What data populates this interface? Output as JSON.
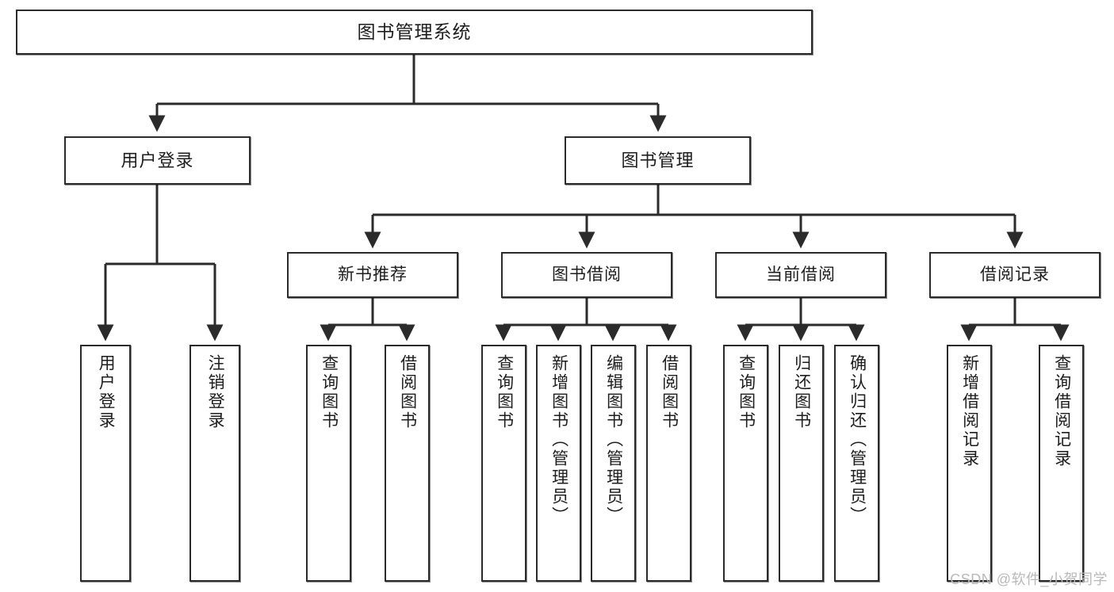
{
  "diagram": {
    "title": "图书管理系统",
    "type": "tree-hierarchy-chart",
    "stroke_color": "#2b2b2b",
    "fill_color": "#ffffff",
    "text_color": "#1d1d1d",
    "nodes": {
      "root": {
        "label": "图书管理系统"
      },
      "level1": [
        {
          "id": "user-login",
          "label": "用户登录"
        },
        {
          "id": "book-management",
          "label": "图书管理"
        }
      ],
      "level2": [
        {
          "id": "new-book-recommend",
          "label": "新书推荐"
        },
        {
          "id": "book-borrow",
          "label": "图书借阅"
        },
        {
          "id": "current-borrow",
          "label": "当前借阅"
        },
        {
          "id": "borrow-record",
          "label": "借阅记录"
        }
      ],
      "leaves": {
        "user_login": [
          {
            "id": "leaf-user-login",
            "label": "用户登录"
          },
          {
            "id": "leaf-logout",
            "label": "注销登录"
          }
        ],
        "new_book_recommend": [
          {
            "id": "leaf-query-book-1",
            "label": "查询图书"
          },
          {
            "id": "leaf-borrow-book-1",
            "label": "借阅图书"
          }
        ],
        "book_borrow": [
          {
            "id": "leaf-query-book-2",
            "label": "查询图书"
          },
          {
            "id": "leaf-add-book",
            "label": "新增图书（管理员）"
          },
          {
            "id": "leaf-edit-book",
            "label": "编辑图书（管理员）"
          },
          {
            "id": "leaf-borrow-book-2",
            "label": "借阅图书"
          }
        ],
        "current_borrow": [
          {
            "id": "leaf-query-book-3",
            "label": "查询图书"
          },
          {
            "id": "leaf-return-book",
            "label": "归还图书"
          },
          {
            "id": "leaf-confirm-return",
            "label": "确认归还（管理员）"
          }
        ],
        "borrow_record": [
          {
            "id": "leaf-add-record",
            "label": "新增借阅记录"
          },
          {
            "id": "leaf-query-record",
            "label": "查询借阅记录"
          }
        ]
      }
    }
  },
  "watermark": {
    "text": "CSDN @软件_小贺同学"
  }
}
